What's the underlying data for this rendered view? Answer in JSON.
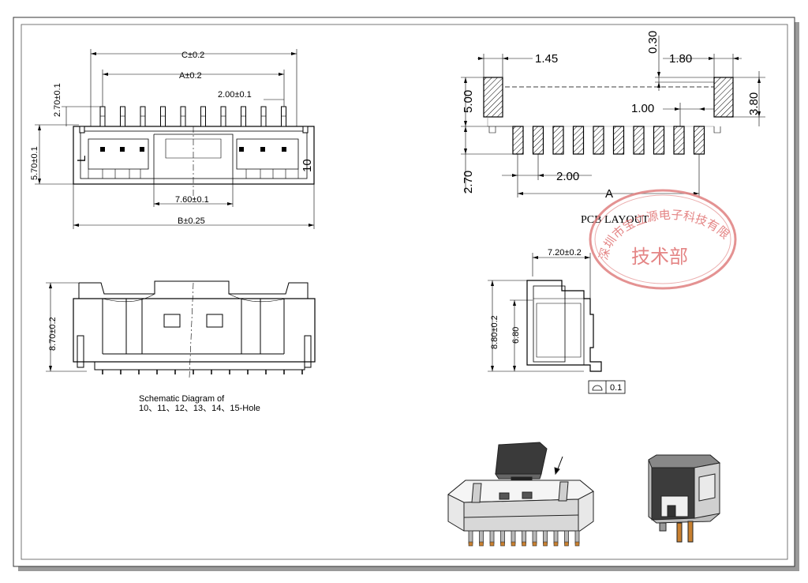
{
  "front_view": {
    "dim_c": "C±0.2",
    "dim_a": "A±0.2",
    "dim_pitch": "2.00±0.1",
    "dim_pin_height": "2.70±0.1",
    "dim_height": "5.70±0.1",
    "dim_center": "7.60±0.1",
    "dim_b": "B±0.25",
    "marker_left": "L",
    "marker_right": "10"
  },
  "side_view": {
    "dim_height": "8.70±0.2",
    "caption_line1": "Schematic Diagram  of",
    "caption_line2": "10、11、12、13、14、15-Hole"
  },
  "pcb_layout": {
    "title": "PCB  LAYOUT",
    "dim_145": "1.45",
    "dim_030": "0.30",
    "dim_180": "1.80",
    "dim_500": "5.00",
    "dim_380": "3.80",
    "dim_100": "1.00",
    "dim_270": "2.70",
    "dim_200": "2.00",
    "dim_a": "A"
  },
  "end_view": {
    "dim_width": "7.20±0.2",
    "dim_height": "8.80±0.2",
    "dim_inner": "6.80",
    "flatness_value": "0.1"
  },
  "stamp": {
    "company": "深圳市宝立源电子科技有限公司",
    "department": "技术部"
  }
}
